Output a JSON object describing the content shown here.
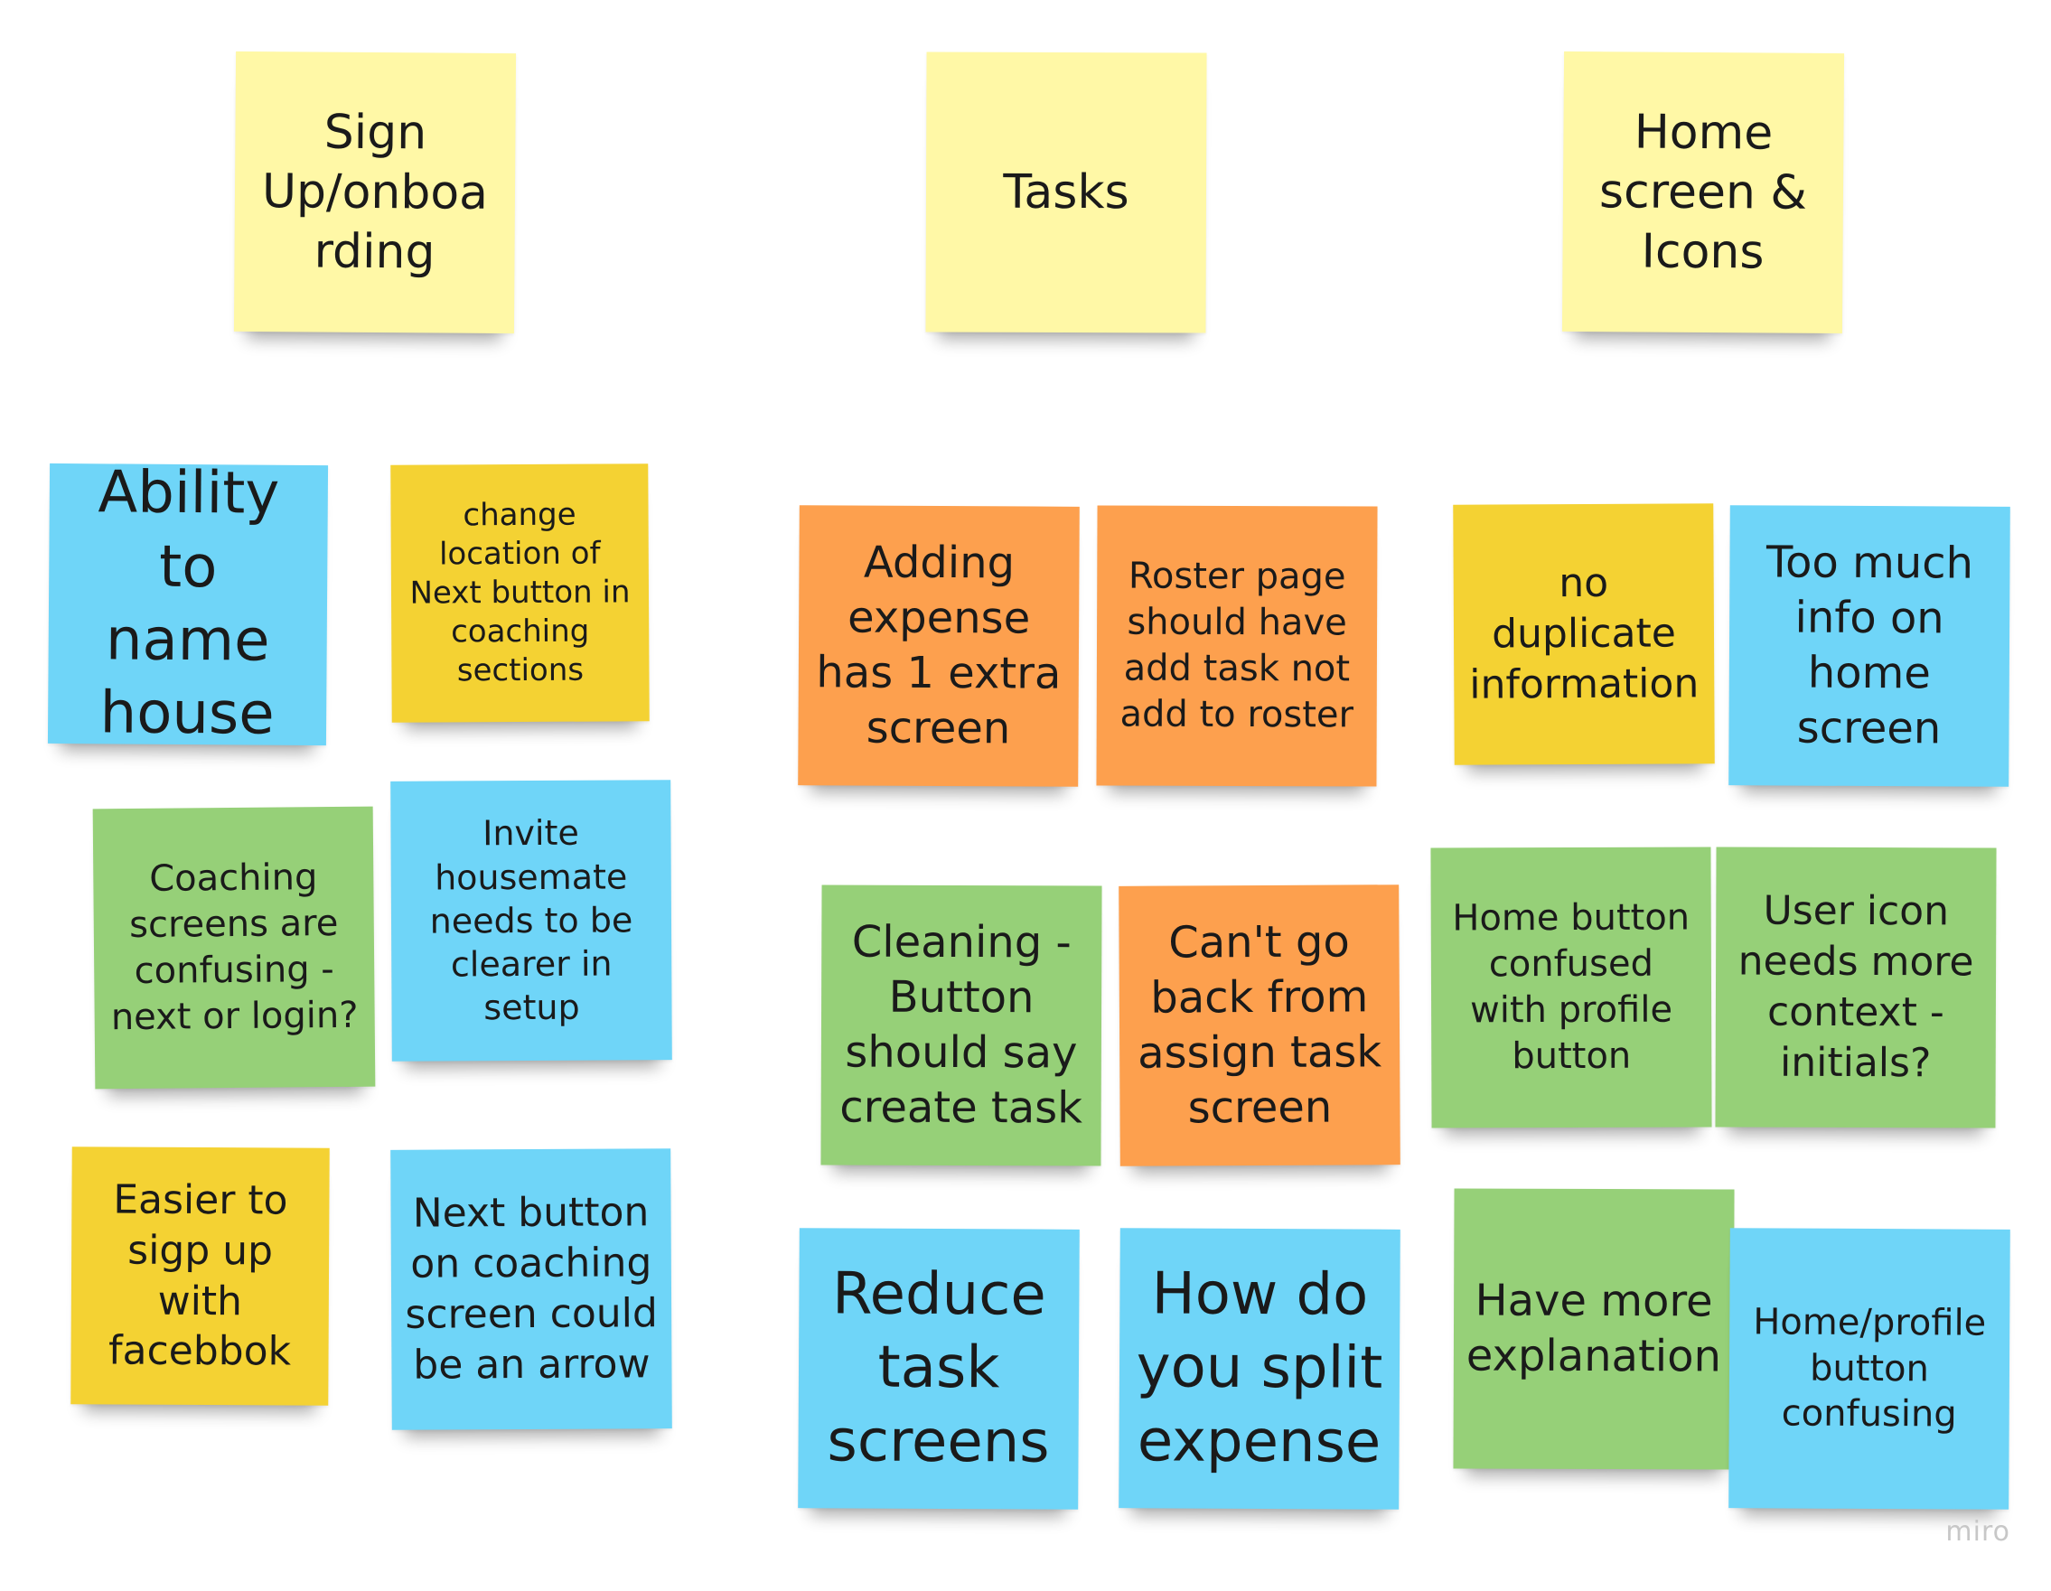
{
  "board": {
    "watermark": "miro",
    "headers": [
      {
        "id": "signup",
        "text": "Sign\nUp/onboa\nrding",
        "color": "light-yellow"
      },
      {
        "id": "tasks",
        "text": "Tasks",
        "color": "light-yellow"
      },
      {
        "id": "home",
        "text": "Home\nscreen &\nIcons",
        "color": "light-yellow"
      }
    ],
    "notes": [
      {
        "id": "ability-name-house",
        "text": "Ability to\nname\nhouse",
        "color": "blue"
      },
      {
        "id": "change-next-location",
        "text": "change\nlocation of\nNext button in\ncoaching\nsections",
        "color": "yellow"
      },
      {
        "id": "coaching-confusing",
        "text": "Coaching\nscreens are\nconfusing -\nnext or login?",
        "color": "green"
      },
      {
        "id": "invite-housemate",
        "text": "Invite\nhousemate\nneeds to be\nclearer in\nsetup",
        "color": "blue"
      },
      {
        "id": "easier-signup",
        "text": "Easier to\nsigp up\nwith\nfacebbok",
        "color": "yellow"
      },
      {
        "id": "next-arrow",
        "text": "Next button\non coaching\nscreen could\nbe an arrow",
        "color": "blue"
      },
      {
        "id": "adding-expense",
        "text": "Adding\nexpense\nhas 1 extra\nscreen",
        "color": "orange"
      },
      {
        "id": "roster-page",
        "text": "Roster page\nshould have\nadd task not\nadd to roster",
        "color": "orange"
      },
      {
        "id": "cleaning-button",
        "text": "Cleaning -\nButton\nshould say\ncreate task",
        "color": "green"
      },
      {
        "id": "cant-go-back",
        "text": "Can't go\nback from\nassign task\nscreen",
        "color": "orange"
      },
      {
        "id": "reduce-task-screens",
        "text": "Reduce\ntask\nscreens",
        "color": "blue"
      },
      {
        "id": "split-expense",
        "text": "How do\nyou split\nexpense",
        "color": "blue"
      },
      {
        "id": "no-duplicate",
        "text": "no\nduplicate\ninformation",
        "color": "yellow"
      },
      {
        "id": "too-much-info",
        "text": "Too much\ninfo on\nhome\nscreen",
        "color": "blue"
      },
      {
        "id": "home-button-confused",
        "text": "Home button\nconfused\nwith profile\nbutton",
        "color": "green"
      },
      {
        "id": "user-icon-context",
        "text": "User icon\nneeds more\ncontext -\ninitials?",
        "color": "green"
      },
      {
        "id": "more-explanation",
        "text": "Have more\nexplanation",
        "color": "green"
      },
      {
        "id": "home-profile-confusing",
        "text": "Home/profile\nbutton\nconfusing",
        "color": "blue"
      }
    ]
  }
}
